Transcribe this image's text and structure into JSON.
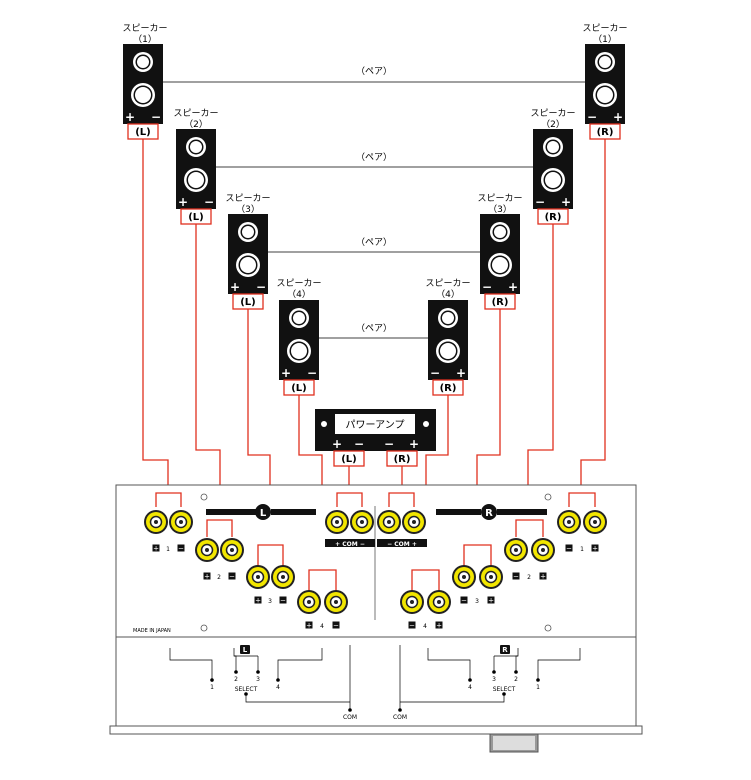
{
  "speakers": {
    "left": [
      {
        "label": "スピーカー",
        "num": "（1）",
        "side": "(L)"
      },
      {
        "label": "スピーカー",
        "num": "（2）",
        "side": "(L)"
      },
      {
        "label": "スピーカー",
        "num": "（3）",
        "side": "(L)"
      },
      {
        "label": "スピーカー",
        "num": "（4）",
        "side": "(L)"
      }
    ],
    "right": [
      {
        "label": "スピーカー",
        "num": "（1）",
        "side": "(R)"
      },
      {
        "label": "スピーカー",
        "num": "（2）",
        "side": "(R)"
      },
      {
        "label": "スピーカー",
        "num": "（3）",
        "side": "(R)"
      },
      {
        "label": "スピーカー",
        "num": "（4）",
        "side": "(R)"
      }
    ],
    "pair_label": "（ペア）"
  },
  "amp": {
    "title": "パワーアンプ",
    "left_side": "(L)",
    "right_side": "(R)"
  },
  "selector": {
    "badge_left": "L",
    "badge_right": "R",
    "com_left": "+ COM −",
    "com_right": "− COM +",
    "out_left": [
      "1",
      "2",
      "3",
      "4"
    ],
    "out_right": [
      "1",
      "2",
      "3",
      "4"
    ],
    "made_in": "MADE IN JAPAN",
    "bottom_badge_left": "L",
    "bottom_badge_right": "R",
    "select_label": "SELECT",
    "com_label": "COM",
    "sel_numbers_left": [
      "1",
      "2",
      "3",
      "4"
    ],
    "sel_numbers_right": [
      "4",
      "3",
      "2",
      "1"
    ]
  },
  "colors": {
    "wire": "#e0301e",
    "jack": "#f2e600",
    "speaker": "#111111"
  }
}
